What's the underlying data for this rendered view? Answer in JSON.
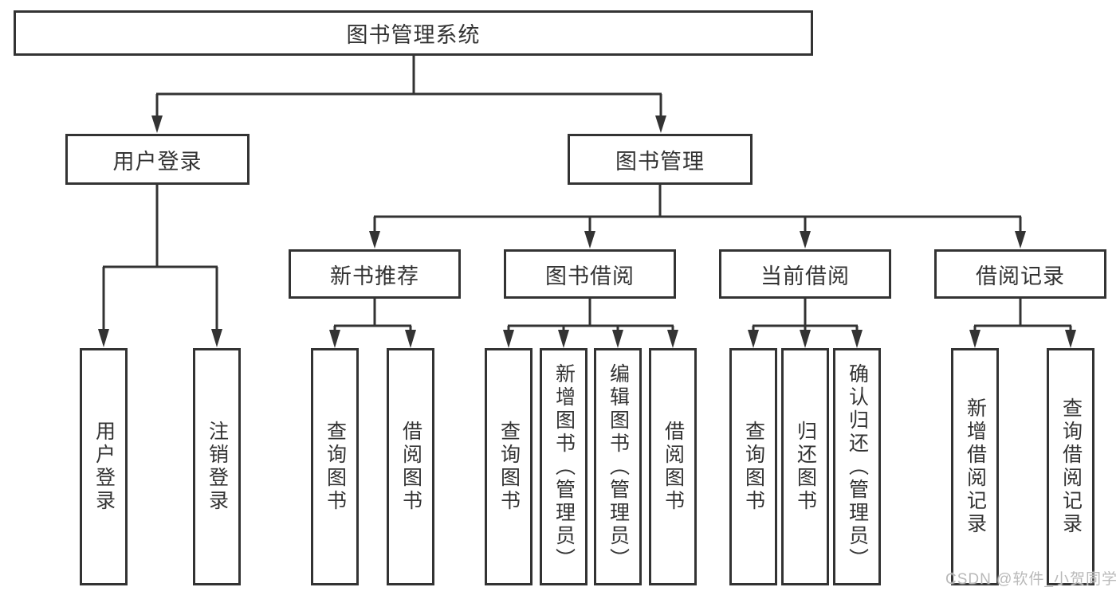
{
  "tree": {
    "root": {
      "label": "图书管理系统"
    },
    "user_login": {
      "label": "用户登录",
      "leaves": [
        "用户登录",
        "注销登录"
      ]
    },
    "book_mgmt": {
      "label": "图书管理",
      "sections": {
        "new_book": {
          "label": "新书推荐",
          "leaves": [
            "查询图书",
            "借阅图书"
          ]
        },
        "borrow": {
          "label": "图书借阅",
          "leaves": [
            "查询图书",
            "新增图书（管理员）",
            "编辑图书（管理员）",
            "借阅图书"
          ]
        },
        "current": {
          "label": "当前借阅",
          "leaves": [
            "查询图书",
            "归还图书",
            "确认归还（管理员）"
          ]
        },
        "records": {
          "label": "借阅记录",
          "leaves": [
            "新增借阅记录",
            "查询借阅记录"
          ]
        }
      }
    }
  },
  "watermark": "CSDN @软件_小贺同学",
  "colors": {
    "line": "#333333",
    "text": "#333333",
    "watermark": "#b9b9b9",
    "background": "#ffffff"
  }
}
